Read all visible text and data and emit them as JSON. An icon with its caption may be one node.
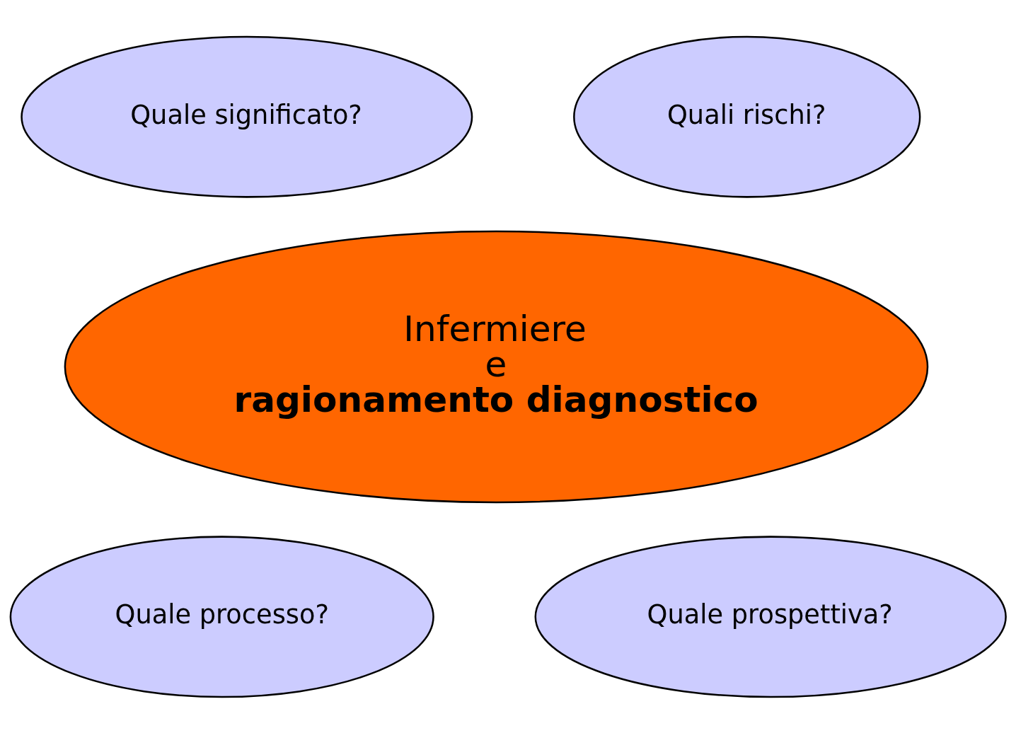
{
  "diagram": {
    "nodes": [
      {
        "text": [
          "Infermiere",
          "e",
          "**ragionamento diagnostico**"
        ]
      },
      {
        "text": [
          "Quale significato?"
        ]
      },
      {
        "text": [
          "Quali rischi?"
        ]
      },
      {
        "text": [
          "Quale processo?"
        ]
      },
      {
        "text": [
          "Quale prospettiva?"
        ]
      }
    ],
    "edges": []
  }
}
